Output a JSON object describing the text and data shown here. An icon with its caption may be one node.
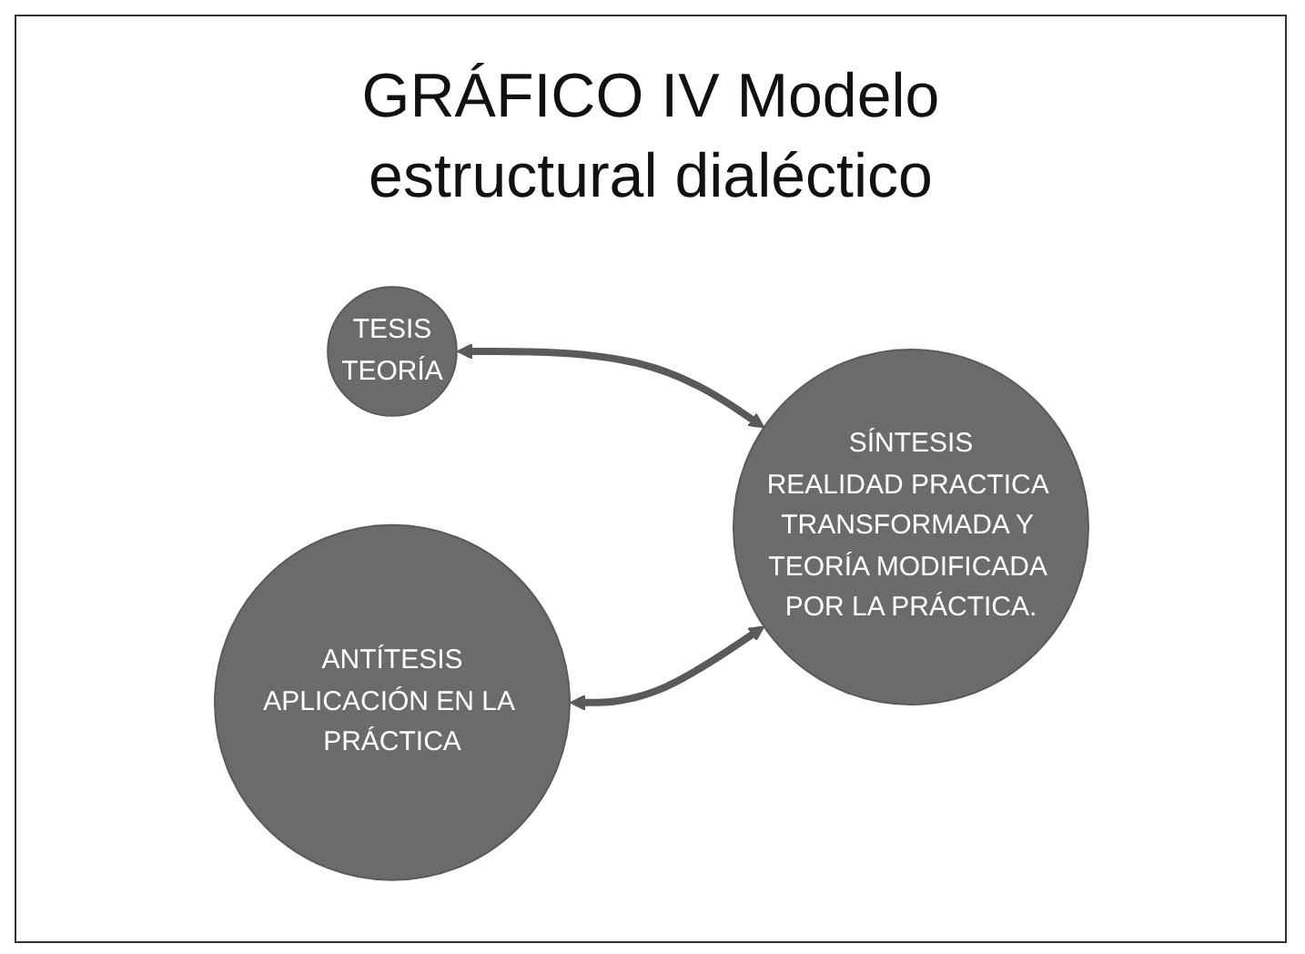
{
  "diagram": {
    "title": "GRÁFICO IV Modelo estructural dialéctico",
    "nodes": [
      {
        "text": [
          "TESIS",
          "TEORÍA"
        ]
      },
      {
        "text": [
          "ANTÍTESIS",
          "APLICACIÓN EN LA PRÁCTICA"
        ]
      },
      {
        "text": [
          "SÍNTESIS",
          "REALIDAD PRACTICA TRANSFORMADA Y TEORÍA MODIFICADA POR LA PRÁCTICA."
        ]
      }
    ],
    "edges": [
      {
        "from": 0,
        "to": 2,
        "arrow": "both"
      },
      {
        "from": 1,
        "to": 2,
        "arrow": "both"
      }
    ]
  }
}
